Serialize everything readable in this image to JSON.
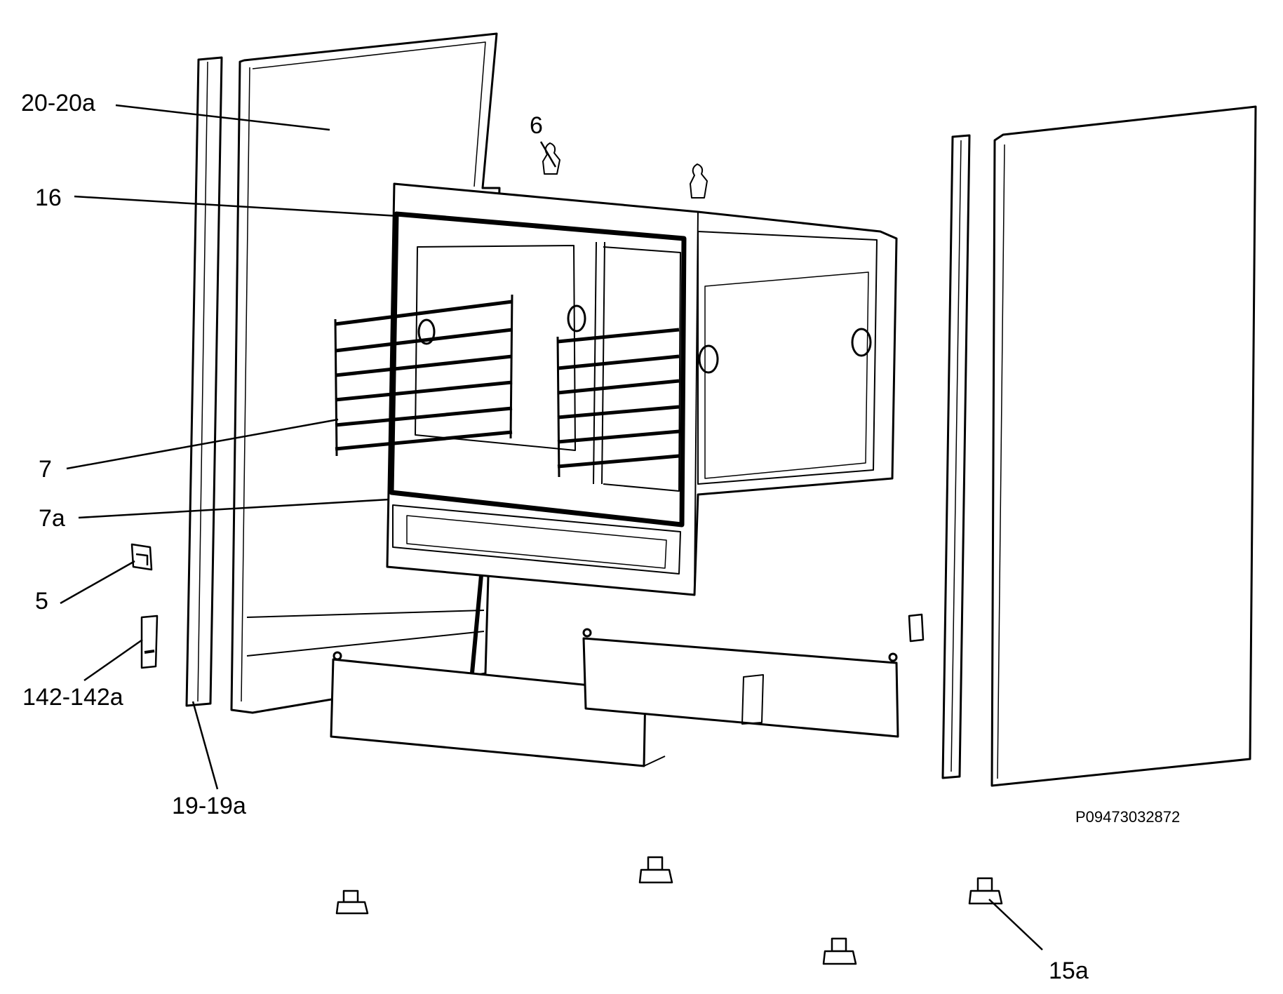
{
  "labels": {
    "l_20_20a": "20-20a",
    "l_16": "16",
    "l_6": "6",
    "l_7": "7",
    "l_7a": "7a",
    "l_5": "5",
    "l_142_142a": "142-142a",
    "l_19_19a": "19-19a",
    "l_15a": "15a"
  },
  "drawing_code": "P09473032872"
}
